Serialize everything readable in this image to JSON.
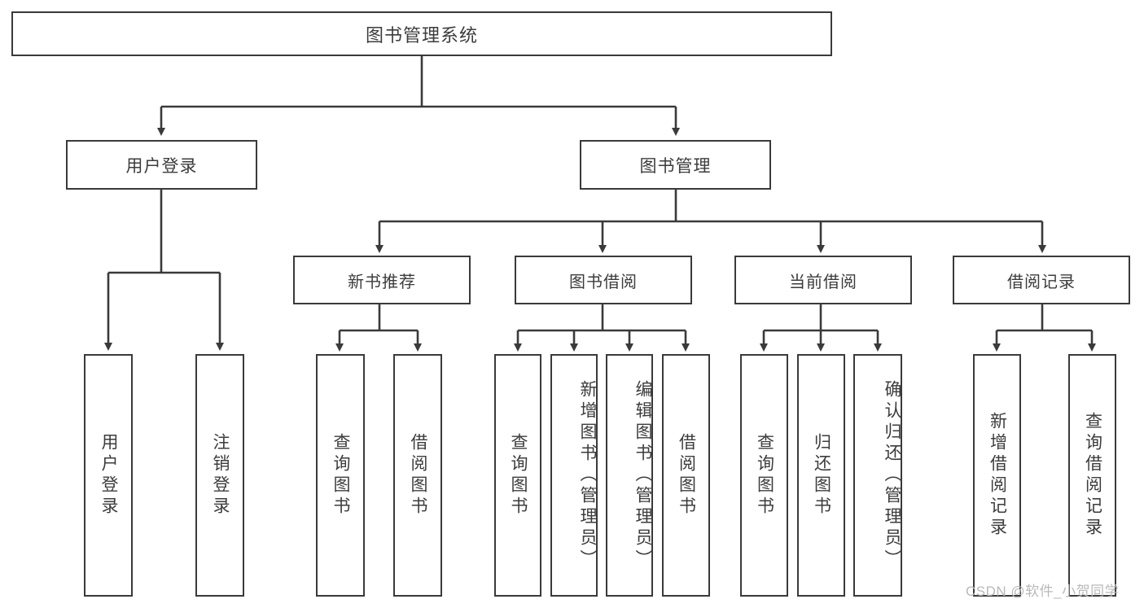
{
  "diagram": {
    "type": "tree-hierarchy-diagram",
    "title": "图书管理系统",
    "watermark": "CSDN @软件_小贺同学",
    "colors": {
      "border": "#3a3a3a",
      "text": "#3c3c3c",
      "background": "#ffffff",
      "watermark": "#b9b9b9"
    },
    "root": {
      "label": "图书管理系统"
    },
    "level2": [
      {
        "label": "用户登录"
      },
      {
        "label": "图书管理"
      }
    ],
    "groups": [
      {
        "label": "新书推荐"
      },
      {
        "label": "图书借阅"
      },
      {
        "label": "当前借阅"
      },
      {
        "label": "借阅记录"
      }
    ],
    "leaves": {
      "user_login": [
        {
          "label": "用户登录"
        },
        {
          "label": "注销登录"
        }
      ],
      "new_book": [
        {
          "label": "查询图书"
        },
        {
          "label": "借阅图书"
        }
      ],
      "book_borrow": [
        {
          "label": "查询图书"
        },
        {
          "label": "新增图书（管理员）"
        },
        {
          "label": "编辑图书（管理员）"
        },
        {
          "label": "借阅图书"
        }
      ],
      "current_borrow": [
        {
          "label": "查询图书"
        },
        {
          "label": "归还图书"
        },
        {
          "label": "确认归还（管理员）"
        }
      ],
      "borrow_record": [
        {
          "label": "新增借阅记录"
        },
        {
          "label": "查询借阅记录"
        }
      ]
    }
  }
}
